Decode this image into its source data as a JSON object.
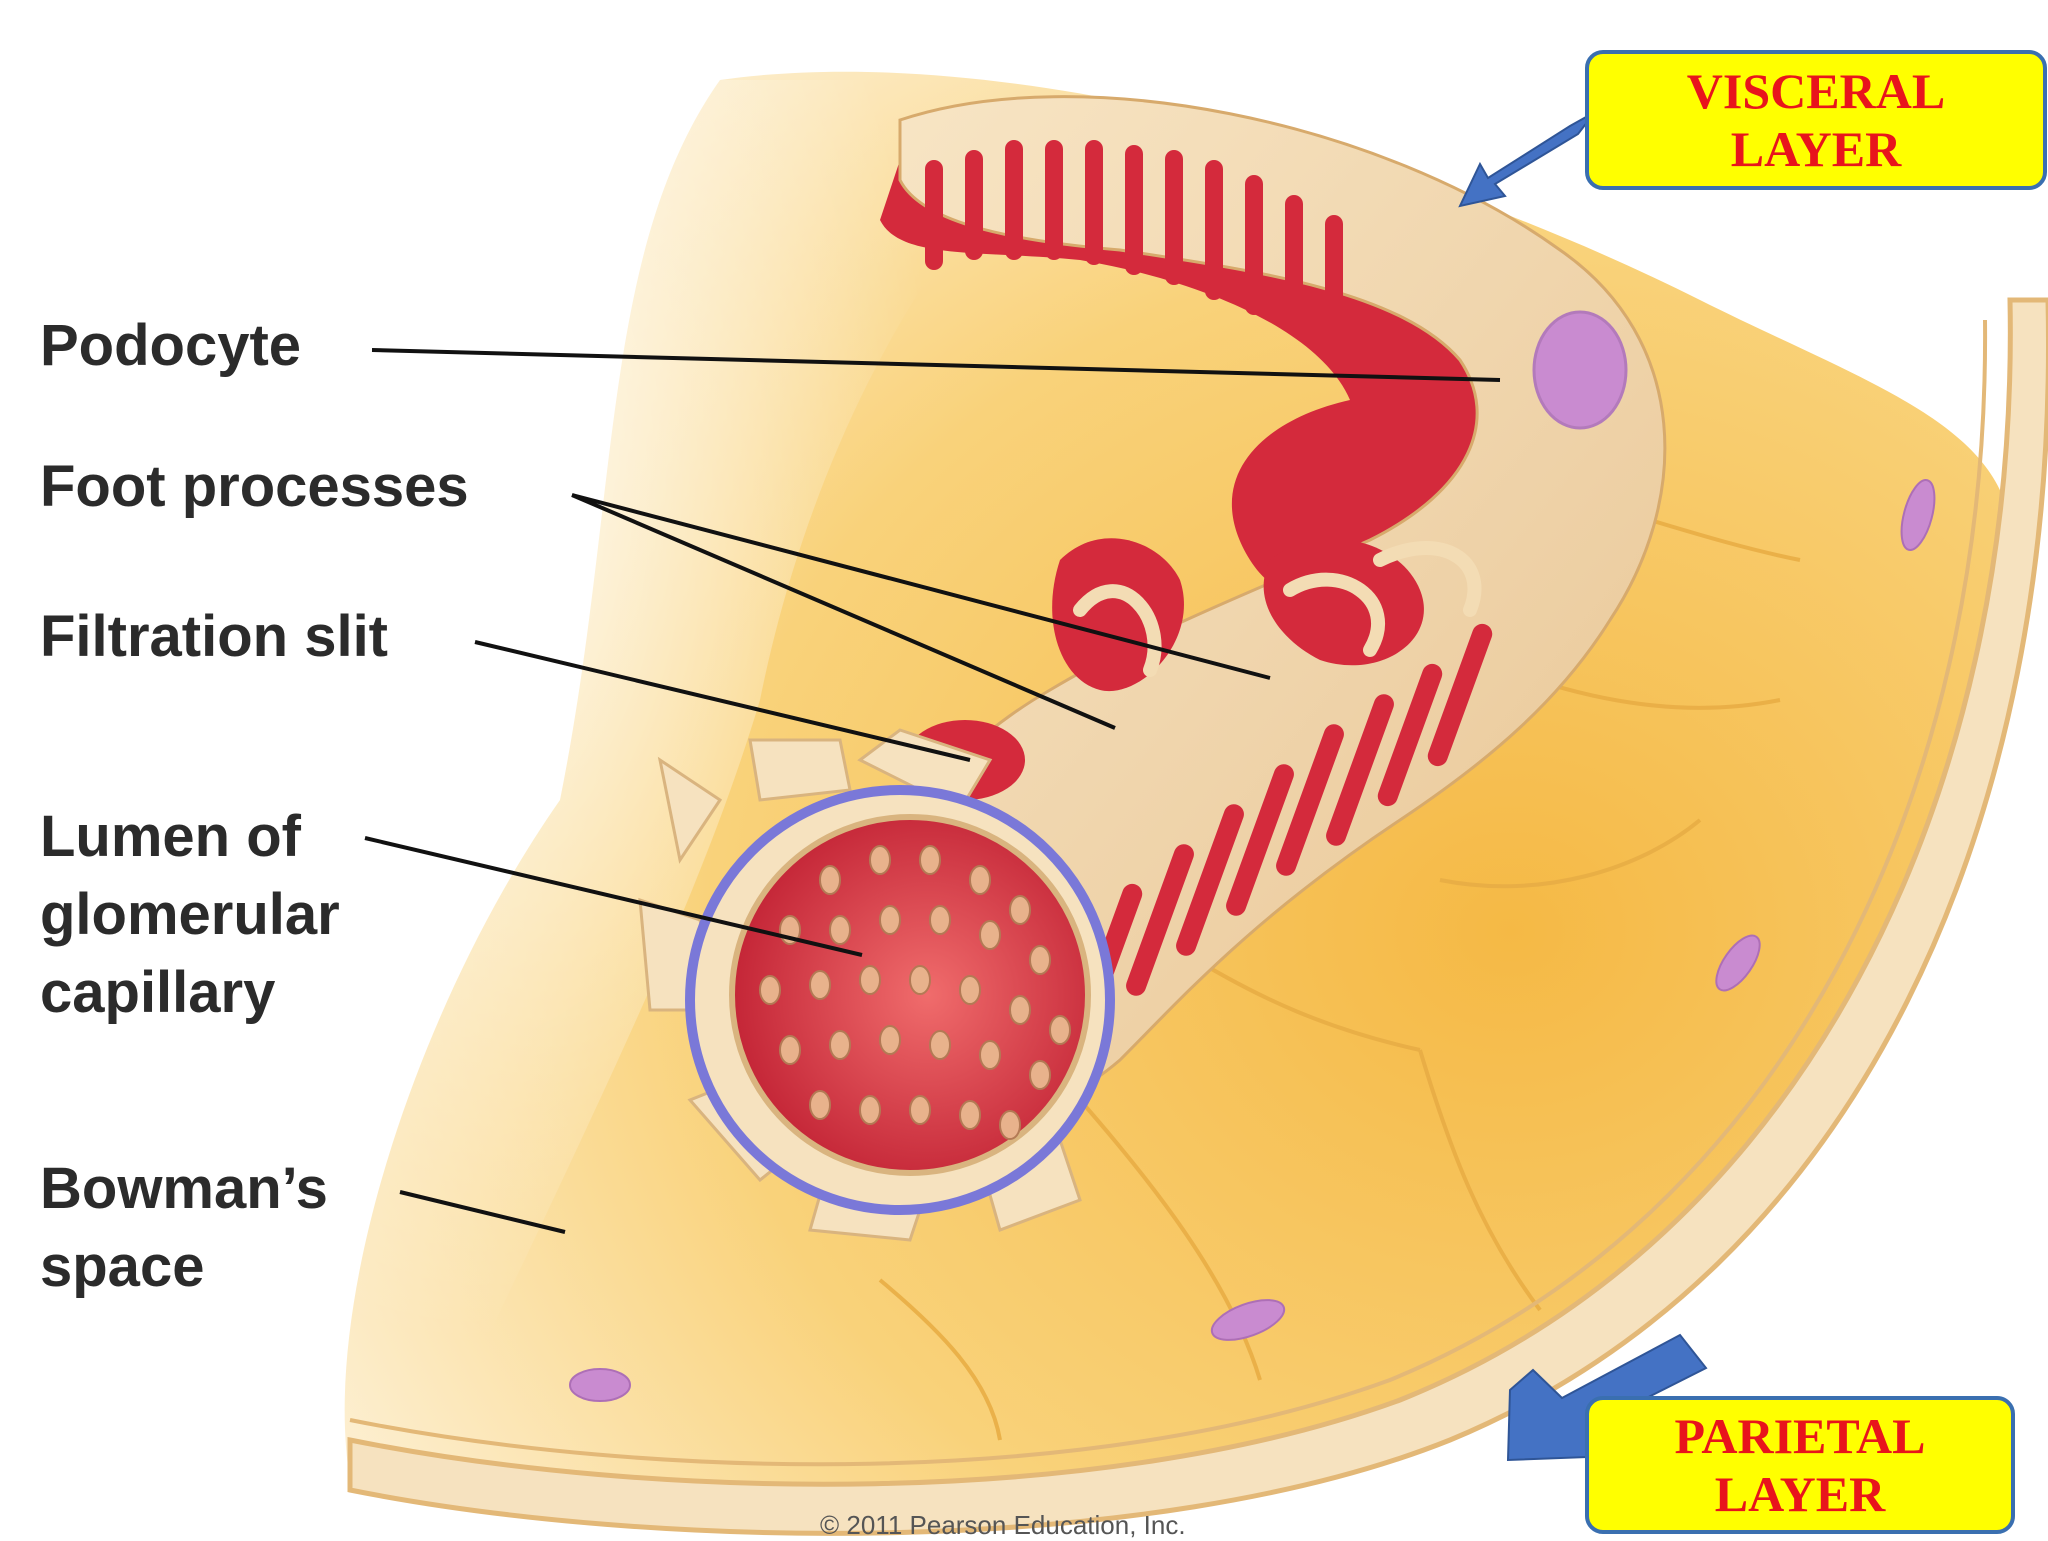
{
  "labels": {
    "podocyte": "Podocyte",
    "foot_processes": "Foot processes",
    "filtration_slit": "Filtration slit",
    "lumen_line1": "Lumen of",
    "lumen_line2": "glomerular",
    "lumen_line3": "capillary",
    "bowman_line1": "Bowman’s",
    "bowman_line2": "space"
  },
  "callouts": {
    "visceral_line1": "VISCERAL",
    "visceral_line2": "LAYER",
    "parietal_line1": "PARIETAL",
    "parietal_line2": "LAYER"
  },
  "copyright": "© 2011 Pearson Education, Inc.",
  "colors": {
    "callout_fill": "#ffff00",
    "callout_text": "#e8141c",
    "callout_border": "#3a6fb0",
    "arrow": "#4472c4",
    "label_text": "#2b2b2b",
    "capillary_red": "#d42a3c",
    "podocyte_tan": "#f3dcb4",
    "basement_membrane": "#7a78d8",
    "nucleus": "#c98bd0",
    "bowman_yellow": "#f7c766"
  }
}
